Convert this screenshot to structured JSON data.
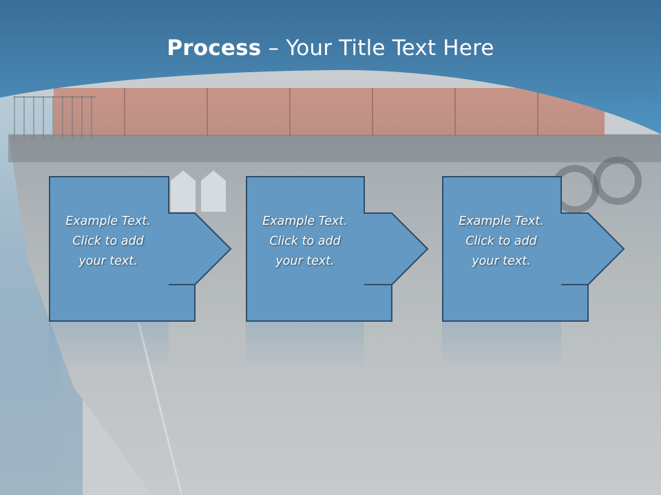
{
  "slide": {
    "title_bold": "Process",
    "title_rest": " – Your Title Text Here"
  },
  "steps": [
    {
      "line1": "Example Text.",
      "line2": "Click  to add",
      "line3": "your text."
    },
    {
      "line1": "Example Text.",
      "line2": "Click  to add",
      "line3": "your text."
    },
    {
      "line1": "Example Text.",
      "line2": "Click  to add",
      "line3": "your text."
    }
  ],
  "colors": {
    "header_top": "#3a6d96",
    "header_bottom": "#4f93c0",
    "step_fill": "#6399c3",
    "step_border": "#2f4e6a"
  }
}
